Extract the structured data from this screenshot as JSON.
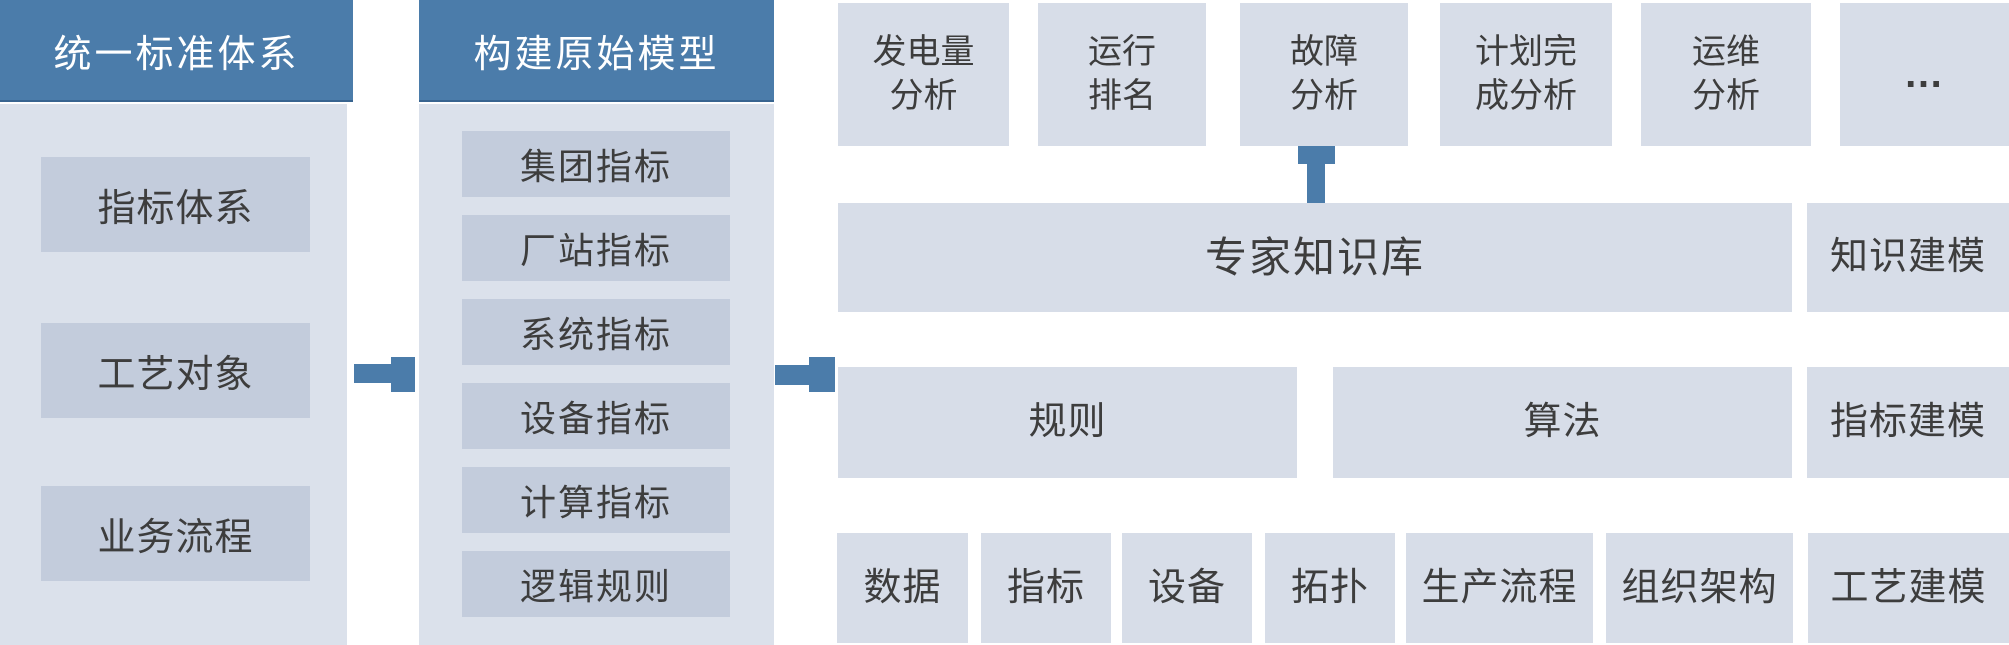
{
  "diagram": {
    "columns": {
      "standard": {
        "title": "统一标准体系",
        "items": [
          {
            "label": "指标体系"
          },
          {
            "label": "工艺对象"
          },
          {
            "label": "业务流程"
          }
        ]
      },
      "model": {
        "title": "构建原始模型",
        "items": [
          {
            "label": "集团指标"
          },
          {
            "label": "厂站指标"
          },
          {
            "label": "系统指标"
          },
          {
            "label": "设备指标"
          },
          {
            "label": "计算指标"
          },
          {
            "label": "逻辑规则"
          }
        ]
      }
    },
    "analysis_row": [
      {
        "label": "发电量\n分析"
      },
      {
        "label": "运行\n排名"
      },
      {
        "label": "故障\n分析"
      },
      {
        "label": "计划完\n成分析"
      },
      {
        "label": "运维\n分析"
      },
      {
        "label": "…"
      }
    ],
    "knowledge_row": {
      "main": "专家知识库",
      "side": "知识建模"
    },
    "logic_row": {
      "rule": "规则",
      "algorithm": "算法",
      "side": "指标建模"
    },
    "object_row": {
      "items": [
        {
          "label": "数据"
        },
        {
          "label": "指标"
        },
        {
          "label": "设备"
        },
        {
          "label": "拓扑"
        },
        {
          "label": "生产流程"
        },
        {
          "label": "组织架构"
        }
      ],
      "side": "工艺建模"
    },
    "icons": {
      "arrow_right_1": "arrow-right-icon",
      "arrow_right_2": "arrow-right-icon",
      "arrow_up": "arrow-up-icon"
    },
    "colors": {
      "accent_blue": "#4b7caa",
      "accent_blue_dark": "#38648f",
      "panel": "#dbe1eb",
      "column_item": "#c3ccdc",
      "box": "#d7dde8",
      "text": "#3d3d3d"
    }
  }
}
